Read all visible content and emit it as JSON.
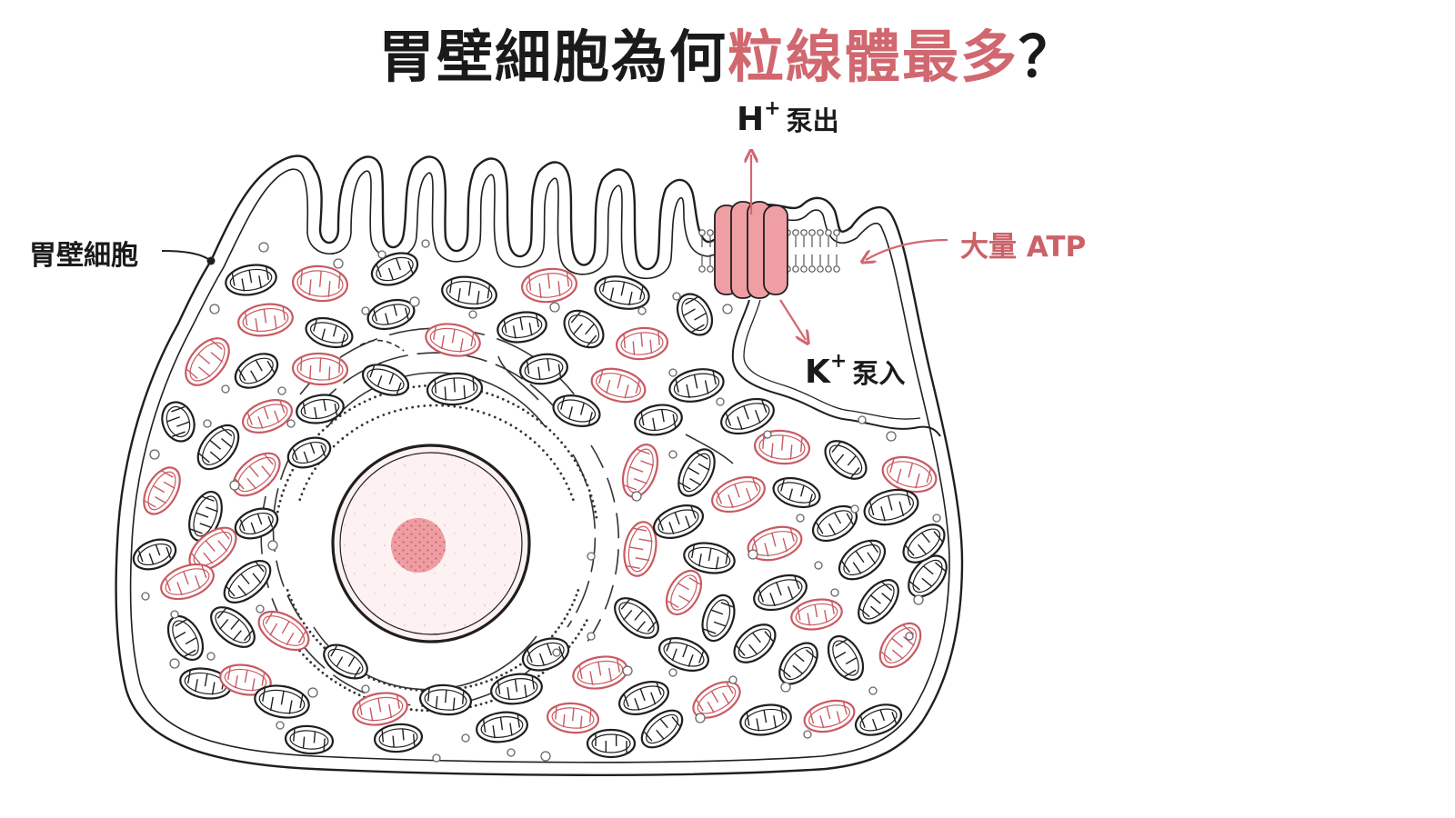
{
  "title": {
    "part1": "胃壁細胞為何",
    "part2": "粒線體最多",
    "part3": "？"
  },
  "labels": {
    "cell": "胃壁細胞",
    "h_ion": "H",
    "h_charge": "+",
    "h_action": "泵出",
    "k_ion": "K",
    "k_charge": "+",
    "k_action": "泵入",
    "atp": "大量 ATP"
  },
  "colors": {
    "accent": "#d1676f",
    "outline": "#1f1f1f",
    "pump_fill": "#ef9ea4",
    "nucleoplasm": "#fdf1f1",
    "nucleolus": "#ee9ea2"
  }
}
